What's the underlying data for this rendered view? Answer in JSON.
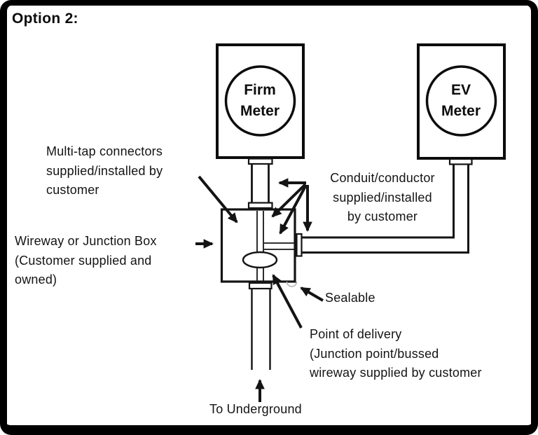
{
  "title": "Option 2:",
  "meters": {
    "firm": "Firm Meter",
    "ev": "EV Meter"
  },
  "labels": {
    "multitap": [
      "Multi-tap connectors",
      "supplied/installed by",
      "customer"
    ],
    "conduit": [
      "Conduit/conductor",
      "supplied/installed",
      "by customer"
    ],
    "wireway": [
      "Wireway or Junction Box",
      "(Customer supplied and",
      "owned)"
    ],
    "pod": [
      "Point of delivery",
      "(Junction point/bussed",
      "wireway supplied by customer"
    ],
    "sealable": "Sealable",
    "underground": "To Underground"
  },
  "colors": {
    "ink": "#141414",
    "background": "#ffffff",
    "frame_border": "#000000",
    "seal_ring": "#b3b3b3"
  }
}
